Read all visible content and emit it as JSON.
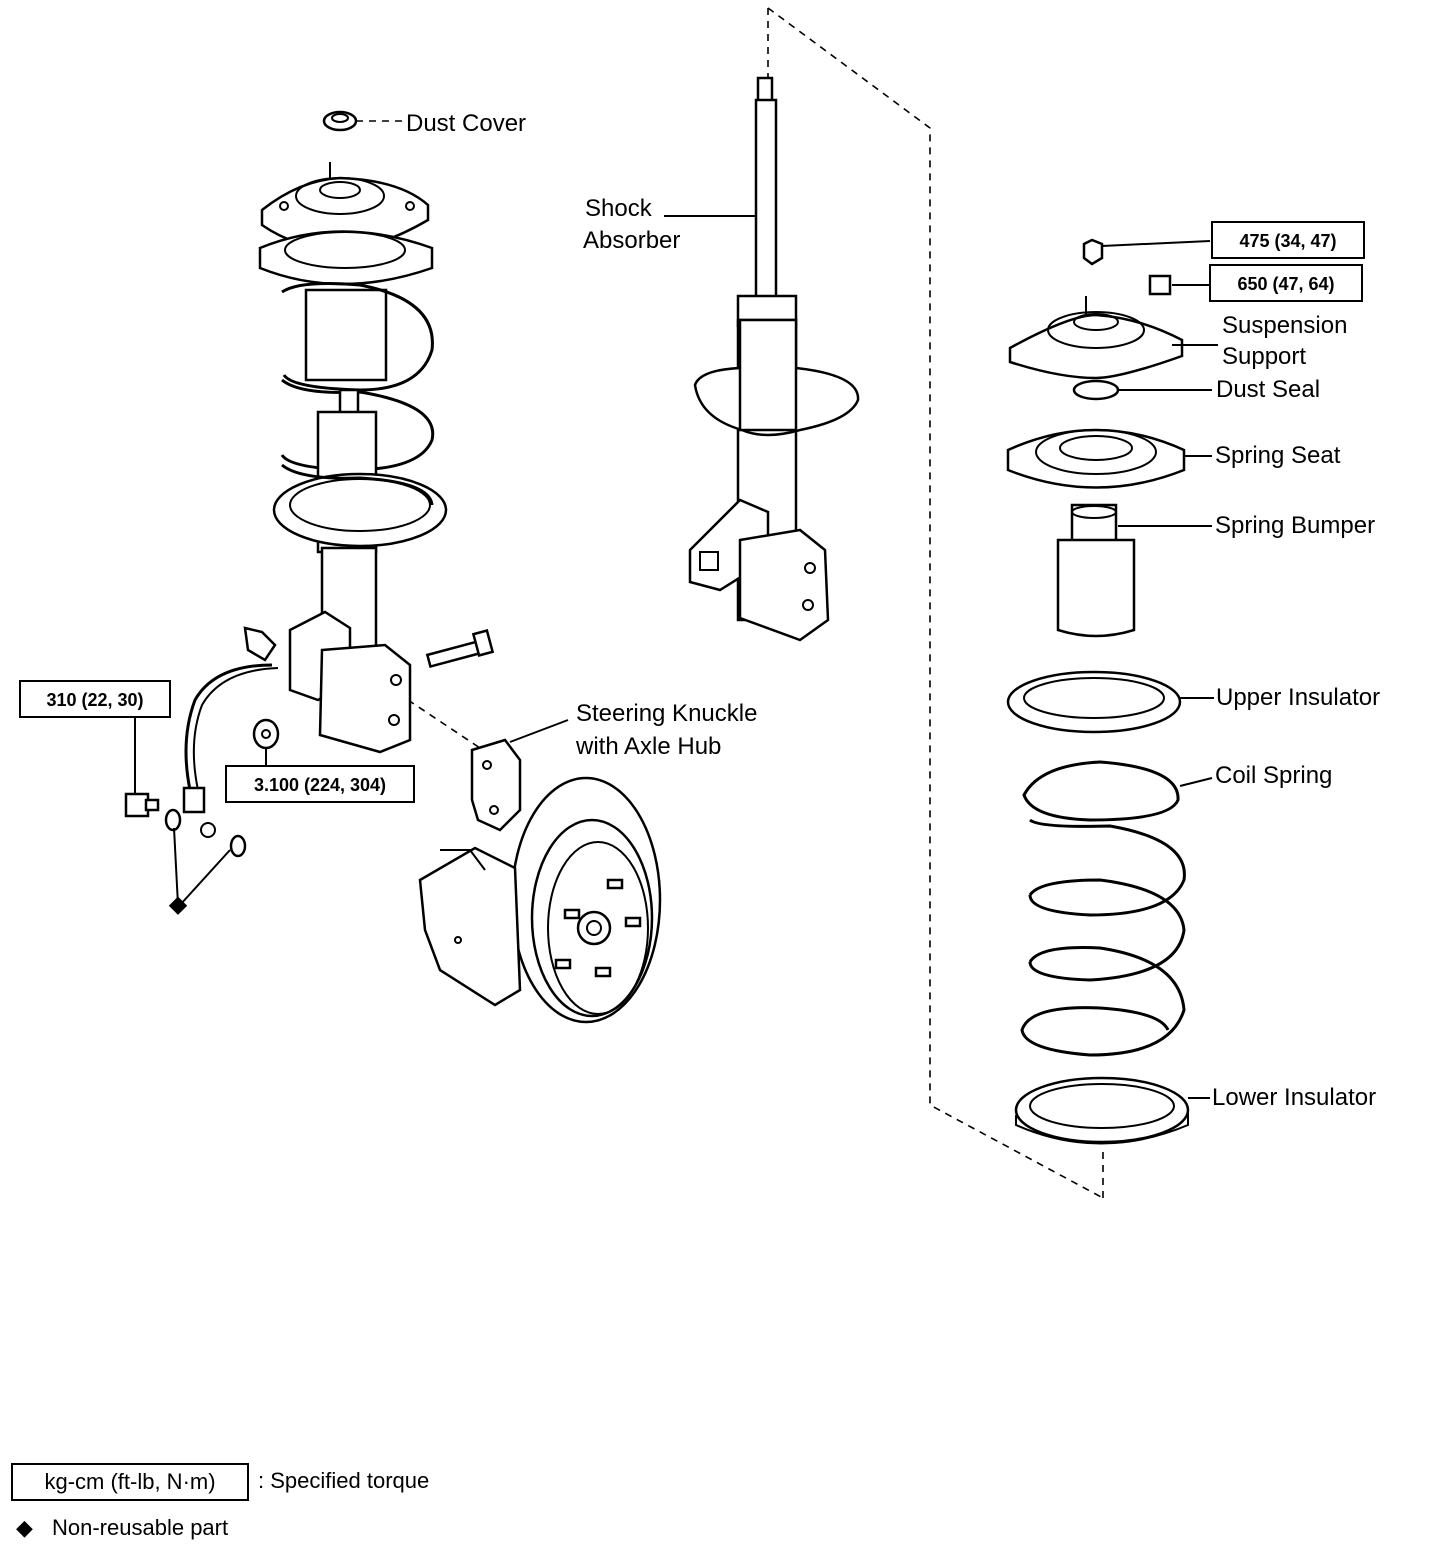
{
  "labels": {
    "dust_cover": "Dust Cover",
    "shock_absorber_1": "Shock",
    "shock_absorber_2": "Absorber",
    "steering_knuckle_1": "Steering Knuckle",
    "steering_knuckle_2": "with Axle Hub",
    "suspension_support_1": "Suspension",
    "suspension_support_2": "Support",
    "dust_seal": "Dust Seal",
    "spring_seat": "Spring Seat",
    "spring_bumper": "Spring Bumper",
    "upper_insulator": "Upper Insulator",
    "coil_spring": "Coil Spring",
    "lower_insulator": "Lower Insulator"
  },
  "torques": {
    "nut_top": "475 (34, 47)",
    "nut_support": "650 (47, 64)",
    "hose_bolt": "310 (22, 30)",
    "knuckle_nut": "3.100 (224, 304)"
  },
  "legend": {
    "torque_box": "kg-cm (ft-lb, N·m)",
    "torque_desc": ": Specified torque",
    "nonreusable_symbol": "◆",
    "nonreusable_desc": "Non-reusable part"
  }
}
